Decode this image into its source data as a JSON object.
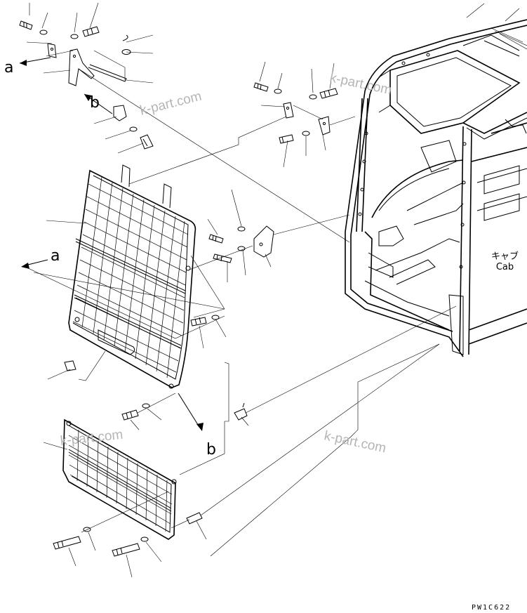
{
  "diagram": {
    "view_labels": {
      "a": "a",
      "b": "b"
    },
    "cab_label": {
      "japanese": "キャブ",
      "english": "Cab"
    },
    "drawing_code": "PW1C622",
    "watermark": "k-part.com"
  }
}
